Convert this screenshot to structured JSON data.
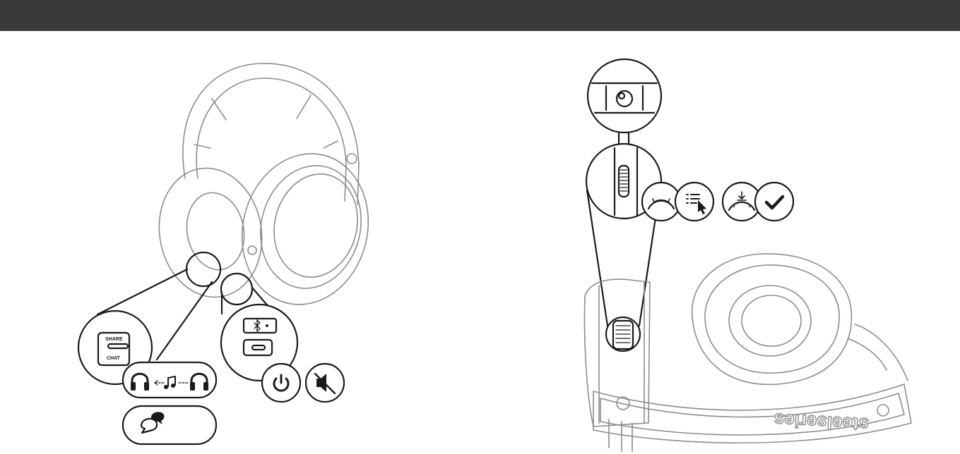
{
  "header": {
    "bar_color": "#3a3a3a"
  },
  "left_figure": {
    "switch_labels": {
      "top": "SHARE",
      "bottom": "CHAT"
    },
    "icons": [
      "headphones-icon",
      "music-note-icon",
      "chat-bubbles-icon",
      "power-icon",
      "mute-icon",
      "bluetooth-icon"
    ]
  },
  "right_figure": {
    "brand_text": "steelseries",
    "icons": [
      "scroll-wheel-rotate-icon",
      "menu-select-icon",
      "wheel-press-icon",
      "checkmark-icon"
    ]
  },
  "colors": {
    "line": "#1a1a1a",
    "line_light": "#8c8c8c",
    "background": "#ffffff"
  }
}
